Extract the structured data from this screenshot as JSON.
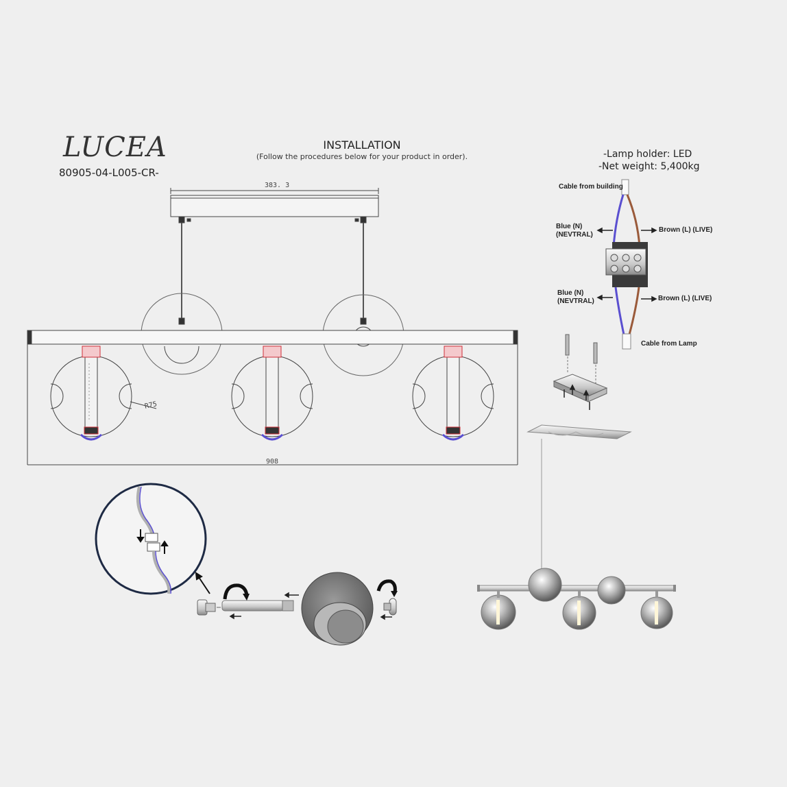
{
  "header": {
    "brand": "LUCEA",
    "model": "80905-04-L005-CR-",
    "title": "INSTALLATION",
    "subtitle": "(Follow the procedures below for your product in order)."
  },
  "specs": {
    "lamp_holder": "-Lamp holder: LED",
    "net_weight": "-Net weight: 5,400kg"
  },
  "dimensions": {
    "canopy_width": "383. 3",
    "total_width": "908",
    "globe_radius": "R75"
  },
  "wiring": {
    "cable_top": "Cable from building",
    "blue_top_1": "Blue (N)",
    "blue_top_2": "(NEVTRAL)",
    "brown_top": "Brown (L) (LIVE)",
    "blue_bot_1": "Blue (N)",
    "blue_bot_2": "(NEVTRAL)",
    "brown_bot": "Brown (L) (LIVE)",
    "cable_bottom": "Cable from Lamp"
  },
  "colors": {
    "line": "#444444",
    "red_part": "#d0303a",
    "blue_wire": "#5a4fd0",
    "brown_wire": "#9a5a3a"
  }
}
